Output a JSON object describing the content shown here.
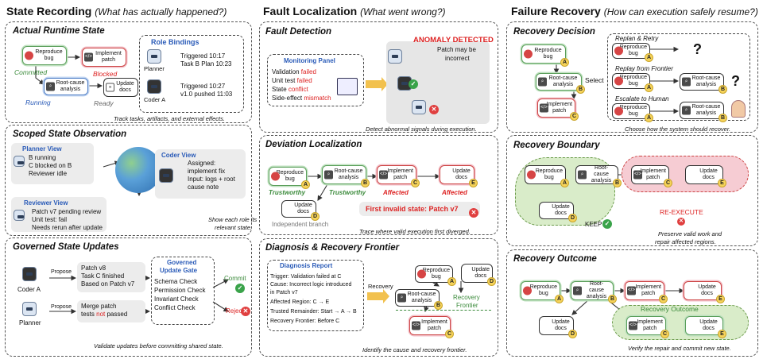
{
  "col1": {
    "title": "State Recording",
    "subtitle": "(What has actually happened?)",
    "s1": {
      "title": "Actual Runtime State",
      "reproduce": "Reproduce bug",
      "implement": "Implement patch",
      "rootcause": "Root-cause analysis",
      "update": "Update docs",
      "committed": "Committed",
      "blocked": "Blocked",
      "running": "Running",
      "ready": "Ready",
      "rb_title": "Role Bindings",
      "planner": "Planner",
      "coderA": "Coder A",
      "rb1a": "Triggered 10:17",
      "rb1b": "Task B Plan 10:23",
      "rb2a": "Triggered 10:27",
      "rb2b": "v1.0 pushed 11:03",
      "caption": "Track tasks, artifacts, and external effects."
    },
    "s2": {
      "title": "Scoped State Observation",
      "pv_title": "Planner View",
      "pv1": "B running",
      "pv2": "C blocked on B",
      "pv3": "Reviewer idle",
      "cv_title": "Coder View",
      "cv1": "Assigned:",
      "cv2": "implement fix",
      "cv3": "Input: logs + root",
      "cv4": "cause note",
      "rv_title": "Reviewer View",
      "rv1": "Patch v7 pending review",
      "rv2": "Unit test: fail",
      "rv3": "Needs rerun after update",
      "caption1": "Show each role its",
      "caption2": "relevant state."
    },
    "s3": {
      "title": "Governed State Updates",
      "coderA": "Coder A",
      "planner": "Planner",
      "propose": "Propose",
      "p1a": "Patch v8",
      "p1b": "Task C finished",
      "p1c": "Based on Patch v7",
      "p2a": "Merge patch",
      "p2b": "tests ",
      "p2c": "not",
      "p2d": " passed",
      "gate_title1": "Governed",
      "gate_title2": "Update Gate",
      "g1": "Schema Check",
      "g2": "Permission Check",
      "g3": "Invariant Check",
      "g4": "Conflict Check",
      "commit": "Commit",
      "reject": "Reject",
      "caption": "Validate updates before committing shared state."
    }
  },
  "col2": {
    "title": "Fault Localization",
    "subtitle": "(What went wrong?)",
    "s1": {
      "title": "Fault Detection",
      "mp_title": "Monitoring Panel",
      "m1a": "Validation ",
      "m1b": "failed",
      "m2a": "Unit test ",
      "m2b": "failed",
      "m3a": "State ",
      "m3b": "conflict",
      "m4a": "Side-effect ",
      "m4b": "mismatch",
      "anomaly": "ANOMALY DETECTED",
      "patch1": "Patch may be",
      "patch2": "incorrect",
      "caption": "Detect abnormal signals during execution."
    },
    "s2": {
      "title": "Deviation Localization",
      "reproduce": "Reproduce bug",
      "rootcause": "Root-cause analysis",
      "implement": "Implement patch",
      "update": "Update docs",
      "trust1": "Trustworthy",
      "trust2": "Trustworthy",
      "aff1": "Affected",
      "aff2": "Affected",
      "independent": "Independent branch",
      "first_invalid": "First invalid state: Patch v7",
      "caption": "Trace where valid execution first diverged."
    },
    "s3": {
      "title": "Diagnosis & Recovery Frontier",
      "dr_title": "Diagnosis Report",
      "d1": "Trigger: Validation failed at C",
      "d2": "Cause: Incorrect logic introduced",
      "d3": "in Patch v7",
      "d4": "Affected Region: C → E",
      "d5": "Trusted Remainder: Start → A → B",
      "d6": "Recovery Frontier: Before C",
      "recovery": "Recovery",
      "frontier1": "Recovery",
      "frontier2": "Frontier",
      "reproduce": "Reproduce bug",
      "rootcause": "Root-cause analysis",
      "implement": "Implement patch",
      "update": "Update docs",
      "caption": "Identify the cause and recovery frontier."
    }
  },
  "col3": {
    "title": "Failure Recovery",
    "subtitle": "(How can execution safely resume?)",
    "s1": {
      "title": "Recovery Decision",
      "select": "Select",
      "opt1": "Replan & Retry",
      "opt2": "Replay from Frontier",
      "opt3": "Escalate to Human",
      "reproduce": "Reproduce bug",
      "rootcause": "Root-cause analysis",
      "implement": "Implement patch",
      "caption": "Choose how the system should recover."
    },
    "s2": {
      "title": "Recovery Boundary",
      "reproduce": "Reproduce bug",
      "rootcause": "Root-cause analysis",
      "implement": "Implement patch",
      "update": "Update docs",
      "keep": "KEEP",
      "reexec": "RE-EXECUTE",
      "caption1": "Preserve valid work and",
      "caption2": "repair affected regions."
    },
    "s3": {
      "title": "Recovery Outcome",
      "reproduce": "Reproduce bug",
      "rootcause": "Root-cause analysis",
      "implement": "Implement patch",
      "update": "Update docs",
      "outcome": "Recovery Outcome",
      "caption": "Verify the repair and commit new state."
    }
  }
}
